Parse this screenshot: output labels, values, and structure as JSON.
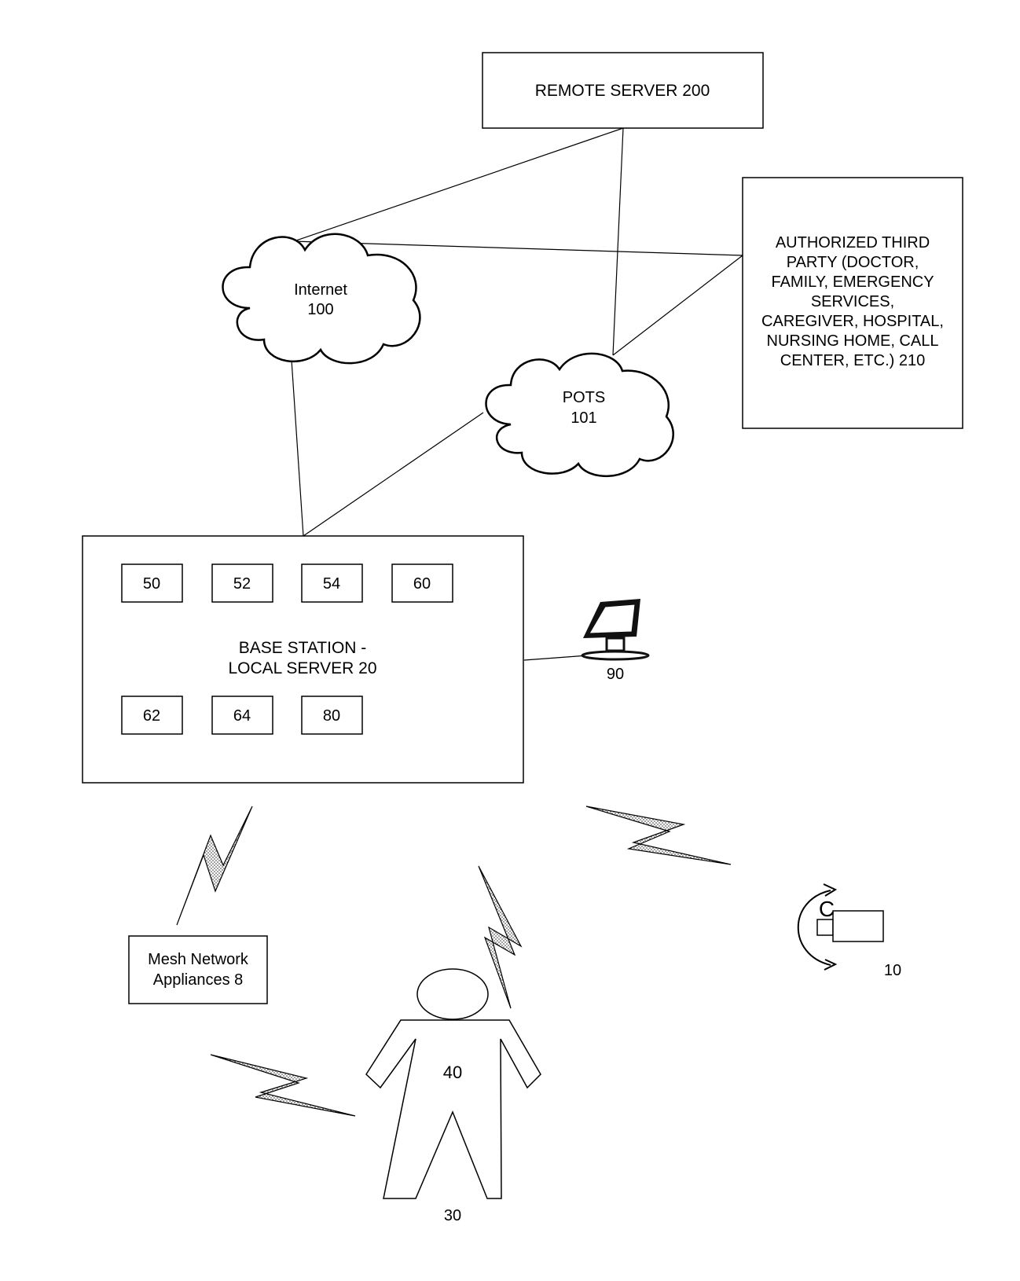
{
  "remote_server": {
    "label": "REMOTE SERVER 200"
  },
  "third_party": {
    "lines": [
      "AUTHORIZED THIRD",
      "PARTY (DOCTOR,",
      "FAMILY, EMERGENCY",
      "SERVICES,",
      "CAREGIVER, HOSPITAL,",
      "NURSING HOME, CALL",
      "CENTER, ETC.) 210"
    ]
  },
  "internet": {
    "name": "Internet",
    "ref": "100"
  },
  "pots": {
    "name": "POTS",
    "ref": "101"
  },
  "base_station": {
    "title_line1": "BASE STATION -",
    "title_line2": "LOCAL SERVER 20",
    "modules_top": [
      "50",
      "52",
      "54",
      "60"
    ],
    "modules_bottom": [
      "62",
      "64",
      "80"
    ]
  },
  "monitor": {
    "ref": "90"
  },
  "mesh": {
    "line1": "Mesh Network",
    "line2": "Appliances 8"
  },
  "camera": {
    "ref": "10",
    "mark": "C"
  },
  "person": {
    "body_ref": "40",
    "ref": "30"
  }
}
